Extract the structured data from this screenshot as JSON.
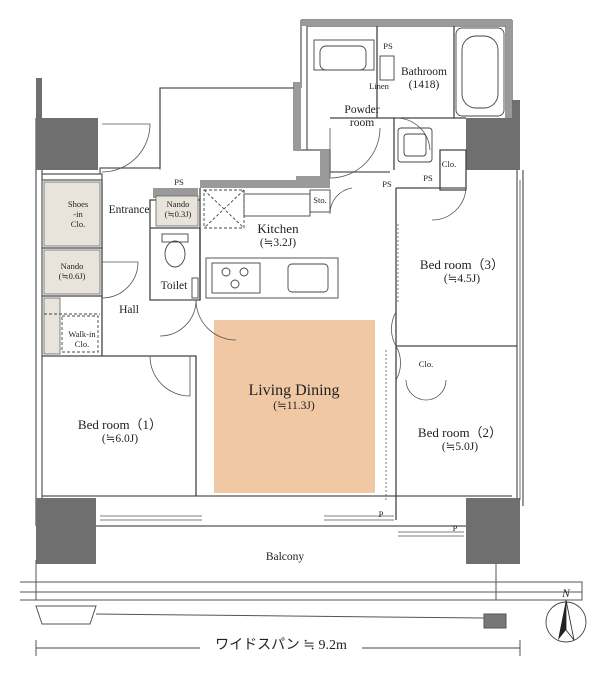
{
  "rooms": {
    "living_dining": {
      "name": "Living Dining",
      "area": "(≒11.3J)"
    },
    "kitchen": {
      "name": "Kitchen",
      "area": "(≒3.2J)"
    },
    "bedroom1": {
      "name": "Bed room（1）",
      "area": "(≒6.0J)"
    },
    "bedroom2": {
      "name": "Bed room（2）",
      "area": "(≒5.0J)"
    },
    "bedroom3": {
      "name": "Bed room（3）",
      "area": "(≒4.5J)"
    },
    "bathroom": {
      "name": "Bathroom",
      "area": "(1418)"
    },
    "powder_room": {
      "line1": "Powder",
      "line2": "room"
    },
    "entrance": "Entrance",
    "hall": "Hall",
    "toilet": "Toilet",
    "nando_small": {
      "name": "Nando",
      "area": "(≒0.3J)"
    },
    "nando": {
      "name": "Nando",
      "area": "(≒0.6J)"
    },
    "shoes_clo": {
      "line1": "Shoes",
      "line2": "-in",
      "line3": "Clo."
    },
    "walk_in_clo": {
      "line1": "Walk-in",
      "line2": "Clo."
    },
    "balcony": "Balcony"
  },
  "fixtures": {
    "ps": "PS",
    "clo": "Clo.",
    "sto": "Sto.",
    "linen": "Linen",
    "p": "P"
  },
  "width_label": "ワイドスパン ≒ 9.2m",
  "north": "N",
  "colors": {
    "living_highlight": "#f0c8a4",
    "wall": "#9a9a9a",
    "column": "#6f6f6f",
    "line": "#3a3a3a",
    "storage": "#e8e4dc"
  }
}
